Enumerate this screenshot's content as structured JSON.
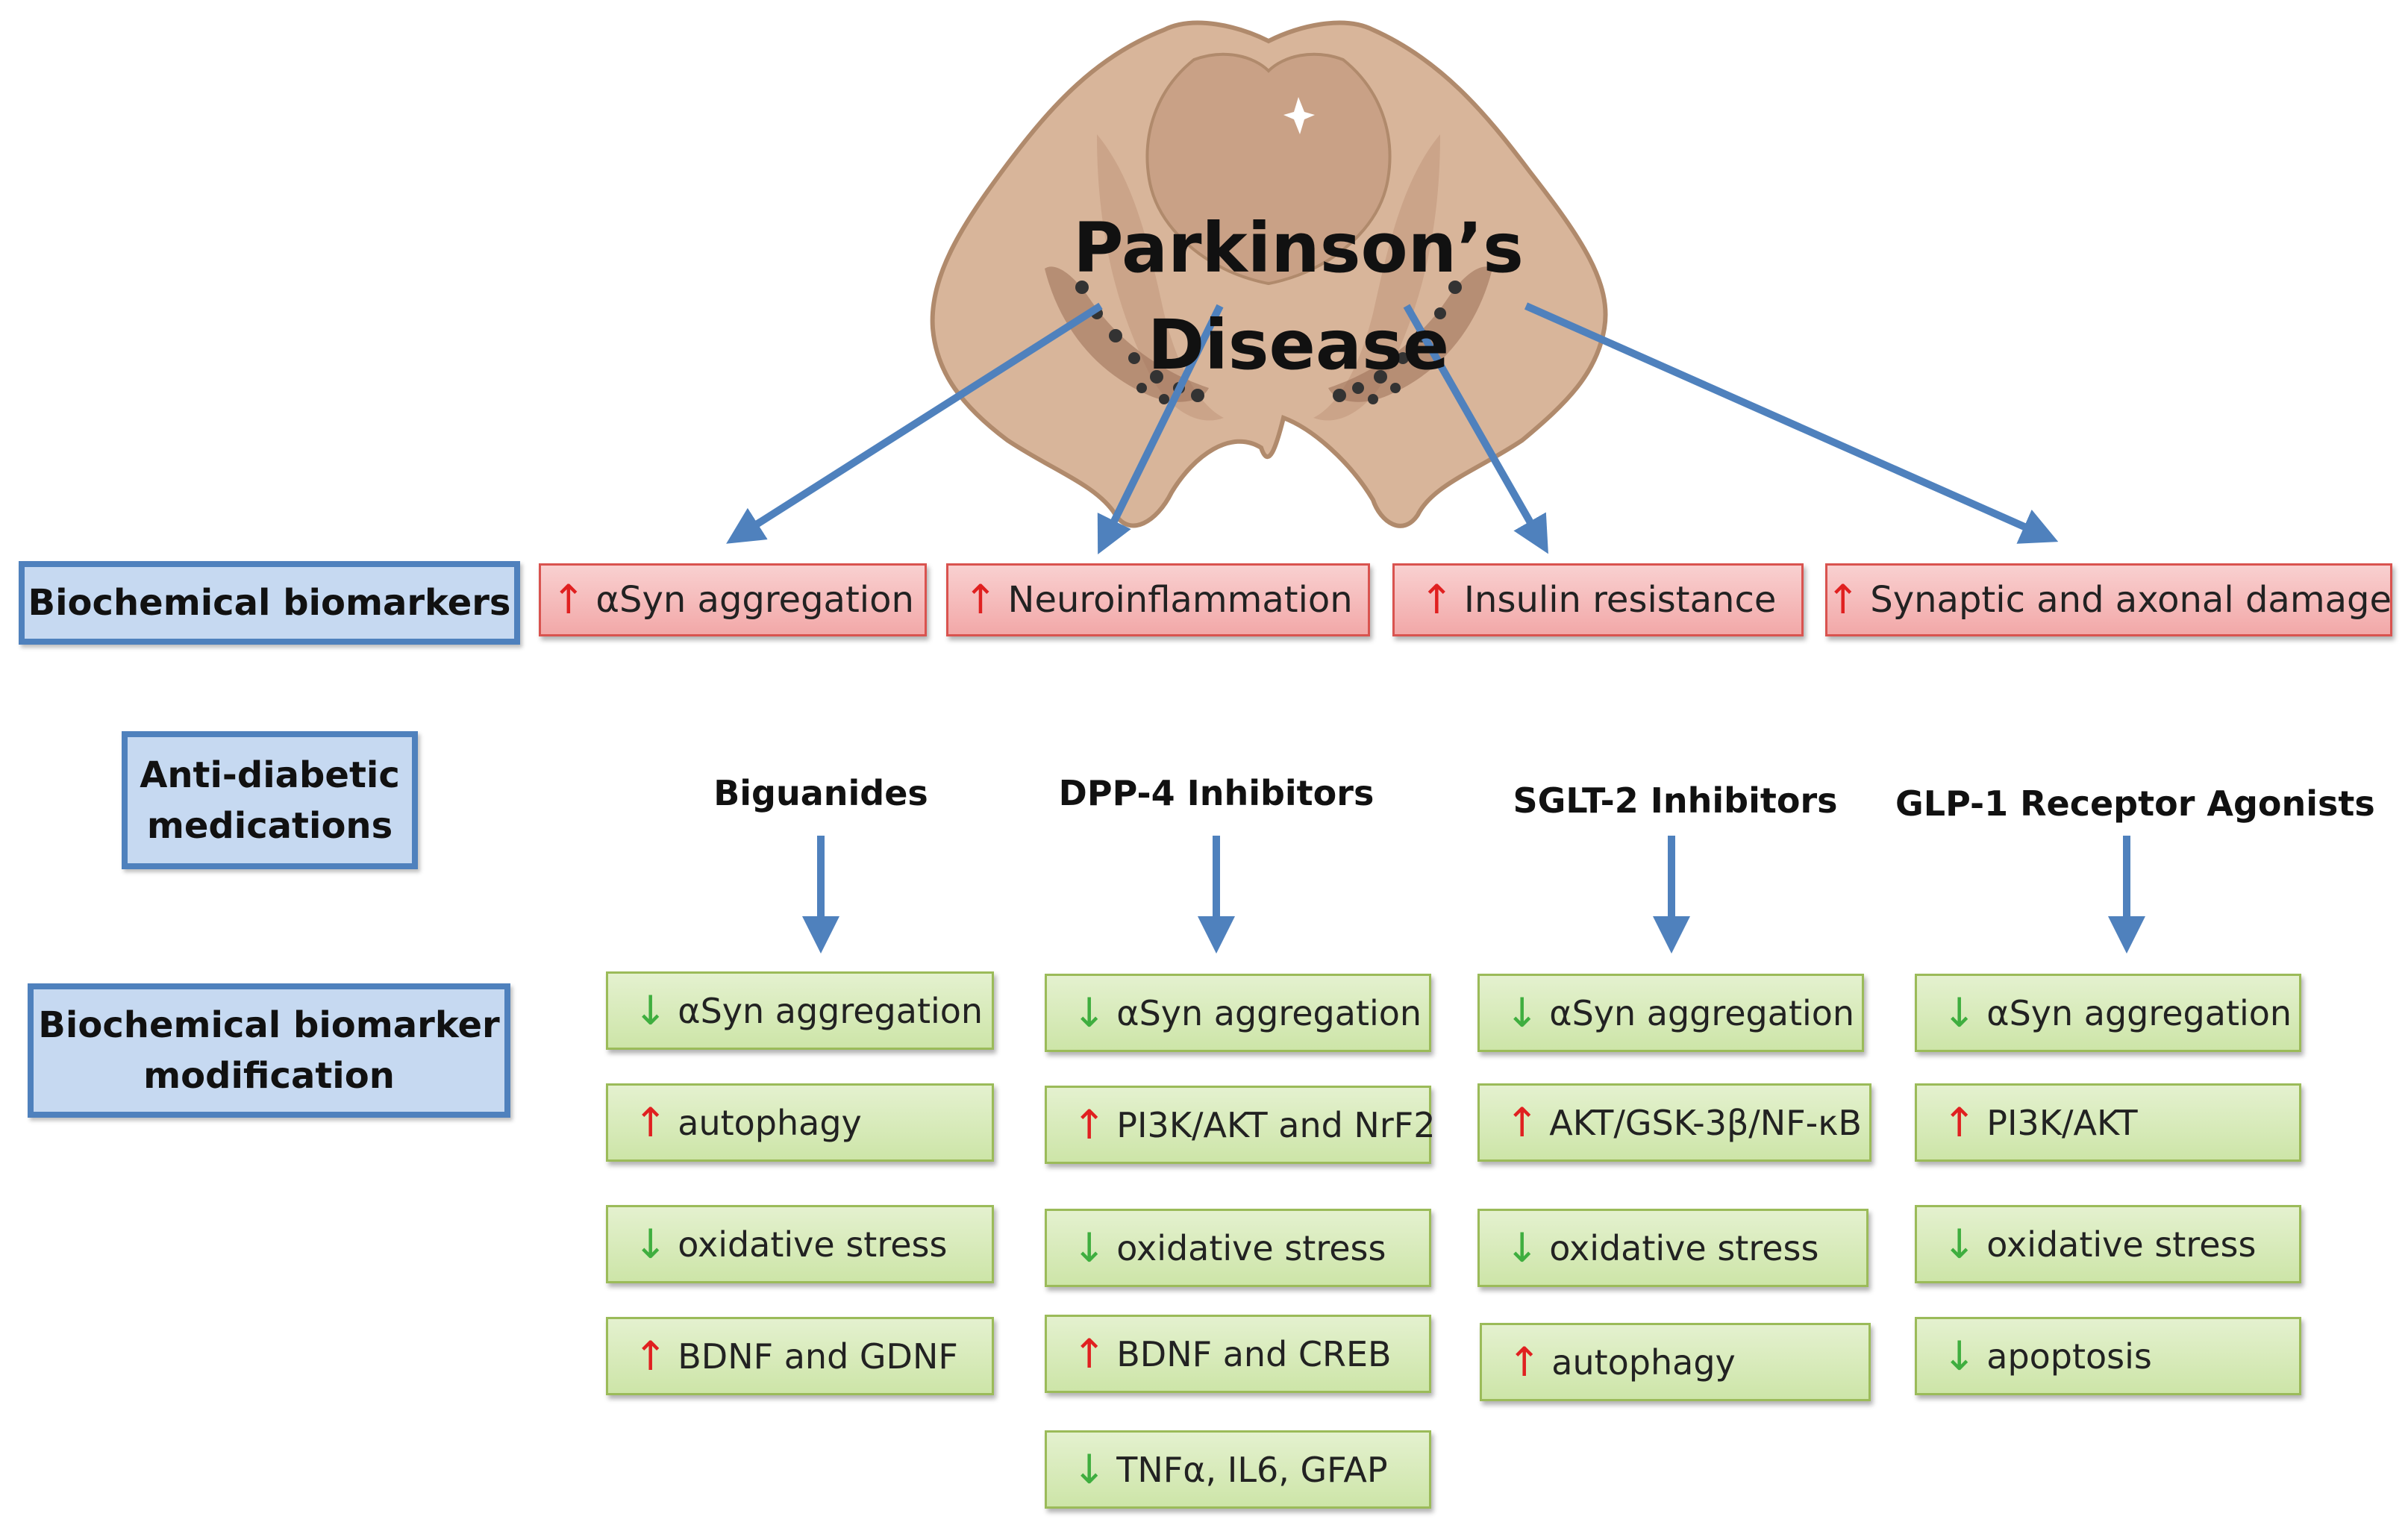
{
  "title": "Parkinson’s Disease",
  "arrows": {
    "up": "↑",
    "down": "↓"
  },
  "colors": {
    "blue": "#4f81bd",
    "up_arrow": "#e02020",
    "down_arrow": "#3fae3f",
    "red_fill": "#f2a8a8",
    "green_fill": "#cde5a8",
    "category_fill": "#c6d9f1"
  },
  "categories": {
    "biomarkers": "Biochemical biomarkers",
    "medications": "Anti-diabetic medications",
    "modification": "Biochemical biomarker modification"
  },
  "biomarkers": [
    {
      "label": "αSyn aggregation",
      "direction": "up"
    },
    {
      "label": "Neuroinflammation",
      "direction": "up"
    },
    {
      "label": "Insulin resistance",
      "direction": "up"
    },
    {
      "label": "Synaptic and axonal damage",
      "direction": "up"
    }
  ],
  "medications": [
    {
      "name": "Biguanides",
      "effects": [
        {
          "label": "αSyn aggregation",
          "direction": "down"
        },
        {
          "label": "autophagy",
          "direction": "up"
        },
        {
          "label": "oxidative stress",
          "direction": "down"
        },
        {
          "label": "BDNF and GDNF",
          "direction": "up"
        }
      ]
    },
    {
      "name": "DPP-4 Inhibitors",
      "effects": [
        {
          "label": "αSyn aggregation",
          "direction": "down"
        },
        {
          "label": "PI3K/AKT and NrF2",
          "direction": "up"
        },
        {
          "label": "oxidative stress",
          "direction": "down"
        },
        {
          "label": "BDNF and CREB",
          "direction": "up"
        },
        {
          "label": "TNFα, IL6, GFAP",
          "direction": "down"
        }
      ]
    },
    {
      "name": "SGLT-2 Inhibitors",
      "effects": [
        {
          "label": "αSyn aggregation",
          "direction": "down"
        },
        {
          "label": "AKT/GSK-3β/NF-κB",
          "direction": "up"
        },
        {
          "label": "oxidative stress",
          "direction": "down"
        },
        {
          "label": "autophagy",
          "direction": "up"
        }
      ]
    },
    {
      "name": "GLP-1 Receptor Agonists",
      "effects": [
        {
          "label": "αSyn aggregation",
          "direction": "down"
        },
        {
          "label": "PI3K/AKT",
          "direction": "up"
        },
        {
          "label": "oxidative stress",
          "direction": "down"
        },
        {
          "label": "apoptosis",
          "direction": "down"
        }
      ]
    }
  ]
}
